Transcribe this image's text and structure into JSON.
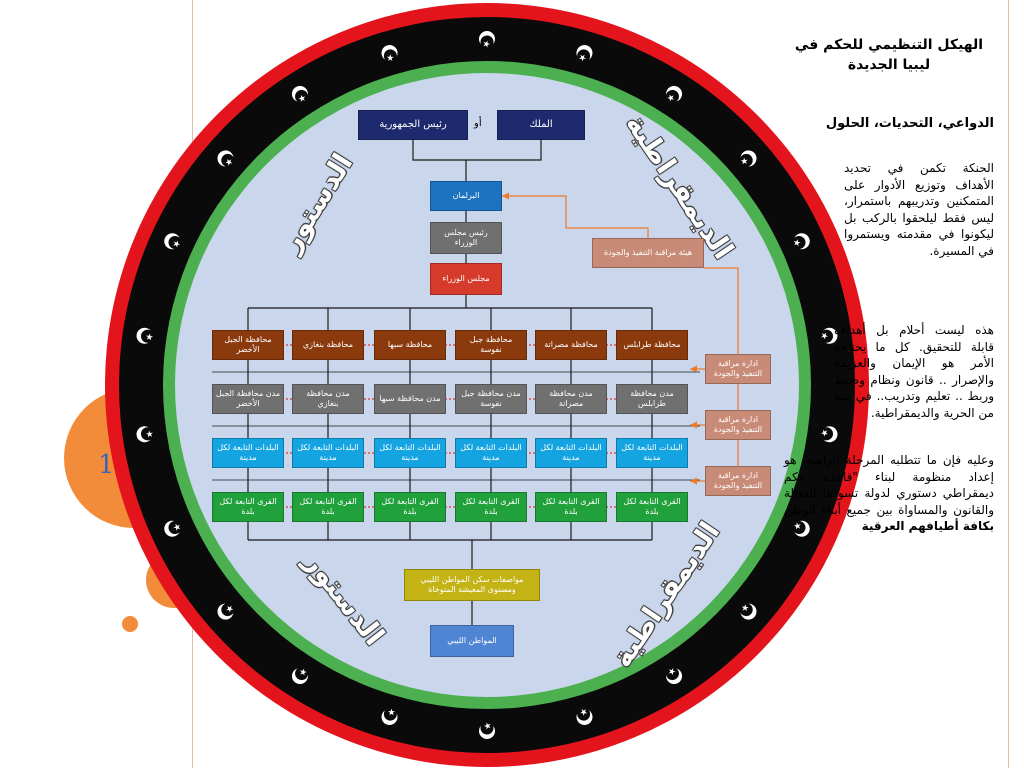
{
  "slide": {
    "number": "1"
  },
  "header": {
    "title": "الهيكل التنظيمي للحكم في ليبيا الجديدة",
    "subtitle": "الدواعي، التحديات، الحلول"
  },
  "body": {
    "paragraph1": "الحنكة تكمن في تحديد الأهداف وتوزيع الأدوار على المتمكنين وتدريبهم باستمرار، ليس فقط ليلحقوا بالركب بل ليكونوا في مقدمته ويستمروا في المسيرة.",
    "paragraph2": "هذه ليست أحلام بل أهداف قابلة للتحقيق. كل ما يحتاجه الأمر هو الإيمان والعزيمة والإصرار .. قانون ونظام وضبط وربط .. تعليم وتدريب.. في بيئة من الحرية والديمقراطية.",
    "paragraph3": "وعليه فإن ما تتطلبه المرحلة الراهنة، هو إعداد منظومة لبناء \"قاعدة حكم ديمقراطي دستوري لدولة تسودها العدالة والقانون والمساواة بين جميع أبناء الوطن",
    "last_line": "بكافة أطيافهم العرقية"
  },
  "diagram": {
    "arc_texts": [
      "الدستور",
      "الديمقراطية",
      "الدستور",
      "الديمقراطية"
    ],
    "king": "الملك",
    "or": "أو",
    "president": "رئيس الجمهورية",
    "parliament": "البرلمان",
    "cabinet_head": "رئيس مجلس الوزراء",
    "cabinet": "مجلس الوزراء",
    "oversight_top": "هيئة مراقبة التنفيذ والجودة",
    "oversight_side": "ادارة مراقبة التنفيذ والجودة",
    "governorates": [
      "محافظة طرابلس",
      "محافظة مصراتة",
      "محافظة جبل نفوسة",
      "محافظة سبها",
      "محافظة بنغازي",
      "محافظة الجبل الأخضر"
    ],
    "cities": [
      "مدن محافظة طرابلس",
      "مدن محافظة مصراتة",
      "مدن محافظة جبل نفوسة",
      "مدن محافظة سبها",
      "مدن محافظة بنغازي",
      "مدن محافظة الجبل الأخضر"
    ],
    "towns": "البلدات التابعة لكل مدينة",
    "villages": "القرى التابعة لكل بلدة",
    "standards": "مواصفات سكن المواطن الليبي ومستوى المعيشة المتوخاة",
    "citizen": "المواطن الليبي"
  },
  "colors": {
    "ring_red": "#e3141c",
    "ring_black": "#0a0a0a",
    "ring_green": "#4cb050",
    "inner_fill": "#c9d6ec",
    "governorate": "#8b3a0e",
    "city": "#707070",
    "town": "#14a4e2",
    "village": "#20a13c",
    "oversight": "#c88b77",
    "arrow_orange": "#ef7a2a",
    "accent_circle": "#f28c3b"
  }
}
